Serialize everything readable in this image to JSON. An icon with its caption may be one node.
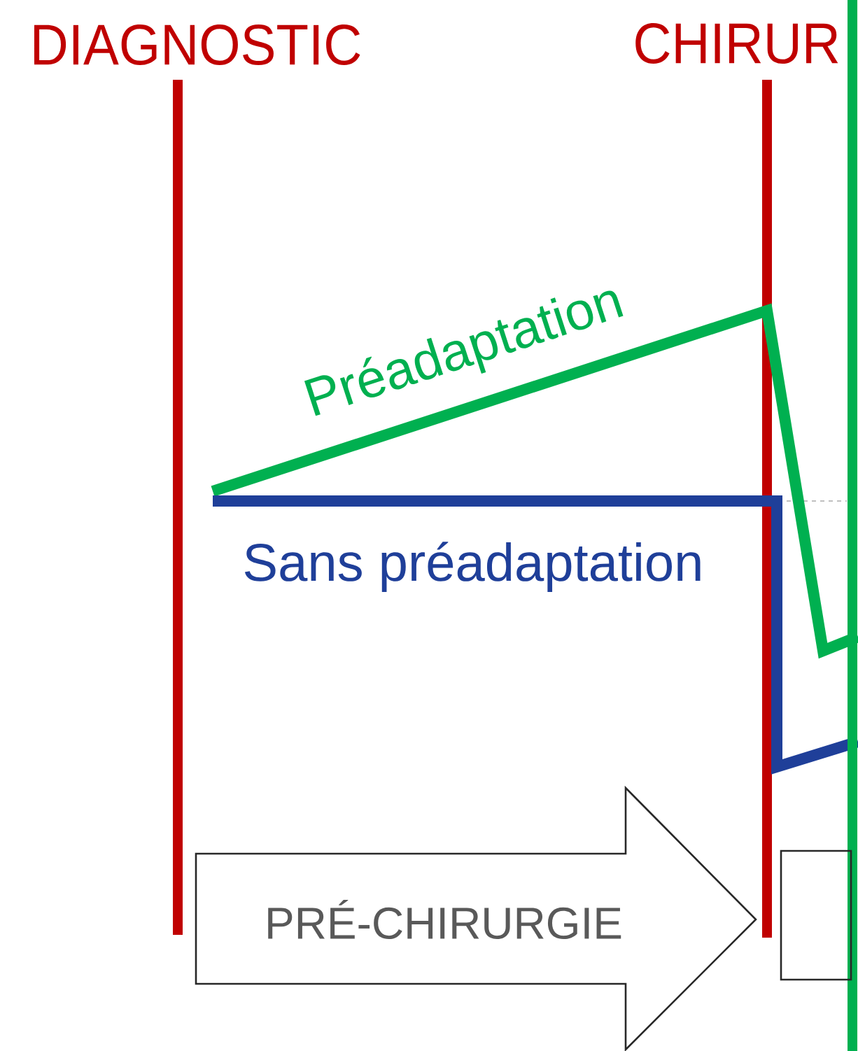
{
  "diagram": {
    "nodes": [
      {
        "text": [
          "PRÉ-CHIRURGIE"
        ]
      },
      {
        "text": [],
        "shape": "box"
      }
    ],
    "labels": [
      "DIAGNOSTIC",
      "CHIRUR",
      "Préadaptation",
      "Sans préadaptation"
    ]
  }
}
